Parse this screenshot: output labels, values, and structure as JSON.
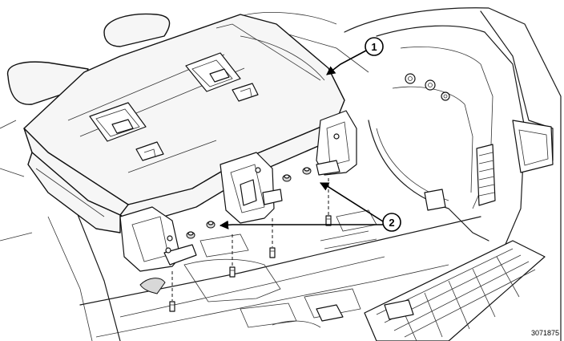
{
  "callouts": [
    {
      "id": "callout-1",
      "label": "1"
    },
    {
      "id": "callout-2",
      "label": "2"
    }
  ],
  "figure_number": "3071875"
}
